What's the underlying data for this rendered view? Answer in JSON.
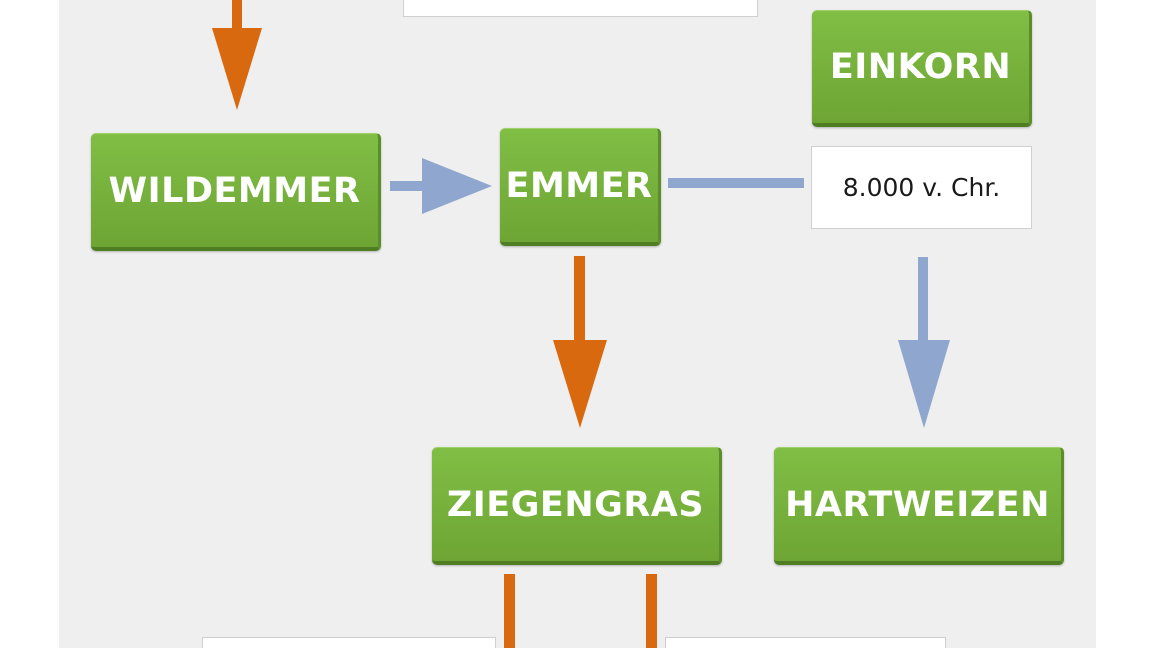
{
  "nodes": {
    "einkorn": "EINKORN",
    "wildemmer": "WILDEMMER",
    "emmer": "EMMER",
    "ziegengras": "ZIEGENGRAS",
    "hartweizen": "HARTWEIZEN"
  },
  "labels": {
    "top_partial": "",
    "emmer_date": "8.000 v. Chr.",
    "bottom_left_partial": "",
    "bottom_right_partial": ""
  },
  "colors": {
    "background": "#efefef",
    "node_green": "#78b23e",
    "arrow_orange": "#d9690f",
    "arrow_blue": "#8fa6cf"
  }
}
